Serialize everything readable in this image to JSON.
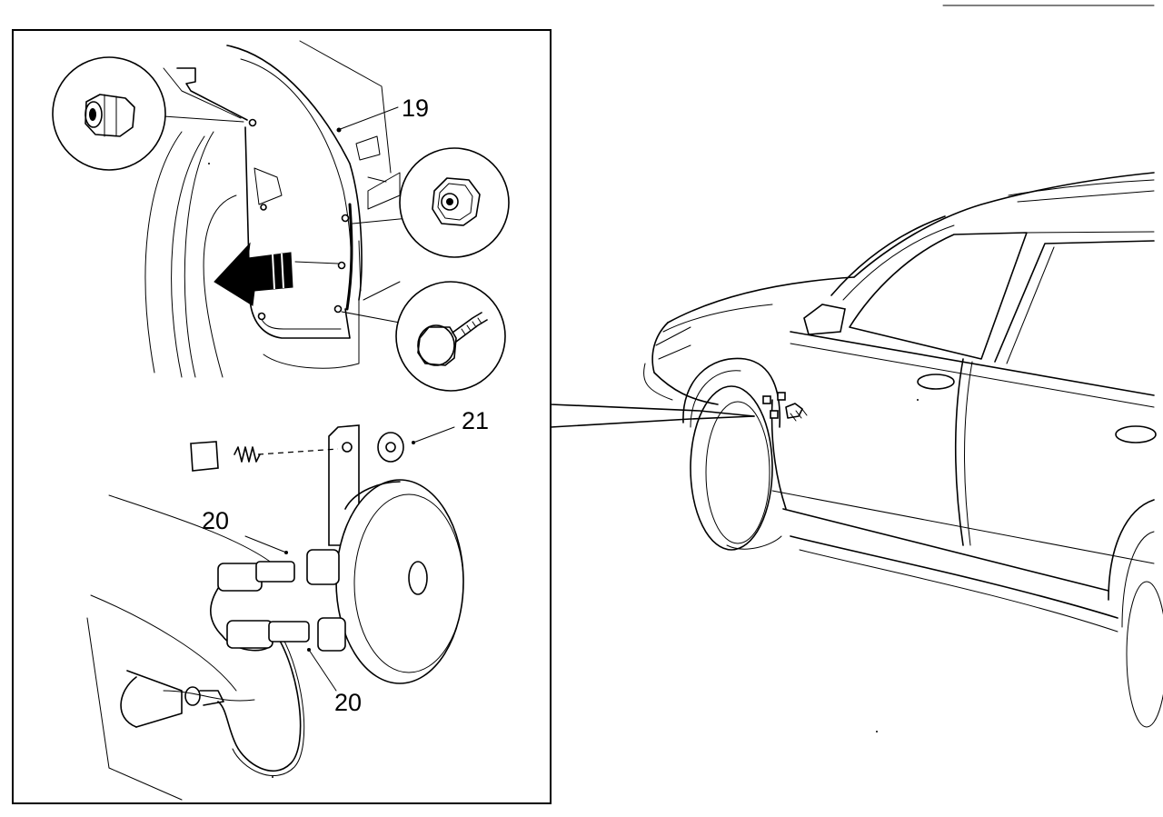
{
  "callouts": {
    "c19": "19",
    "c21": "21",
    "c20_top": "20",
    "c20_bottom": "20"
  },
  "icons": {
    "direction_arrow": "left-arrow-icon",
    "flange_nut": "flange-nut-icon",
    "hex_nut": "hex-nut-icon",
    "bolt_washer": "bolt-with-washer-icon"
  }
}
